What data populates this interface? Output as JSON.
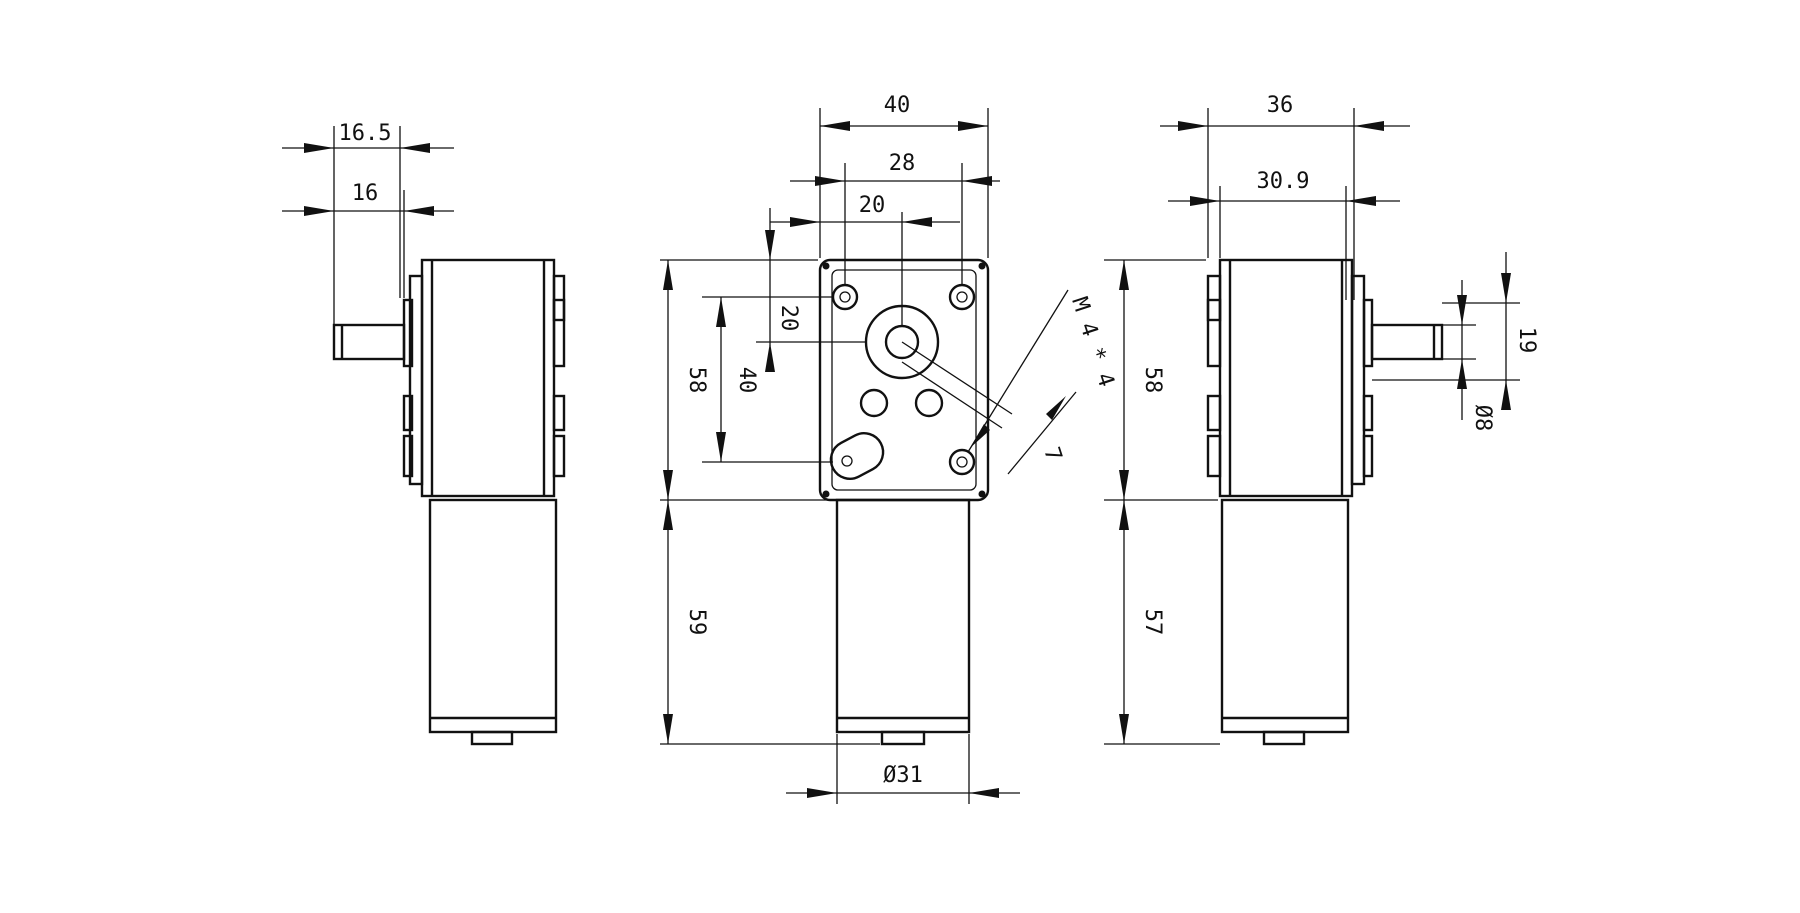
{
  "dimensions": {
    "left_view": {
      "overall_depth": "16.5",
      "shaft_length": "16"
    },
    "front_view": {
      "width": "40",
      "mount_spacing": "28",
      "shaft_offset_x": "20",
      "shaft_offset_y": "20",
      "mount_spacing_vertical": "40",
      "gearbox_height": "58",
      "motor_length": "59",
      "motor_diameter": "Ø31",
      "thread_callout": "M 4 * 4",
      "thread_depth": "7"
    },
    "right_view": {
      "depth": "36",
      "depth_inner": "30.9",
      "gearbox_height": "58",
      "motor_length": "57",
      "shaft_extension": "19",
      "shaft_diameter": "Ø8"
    }
  }
}
